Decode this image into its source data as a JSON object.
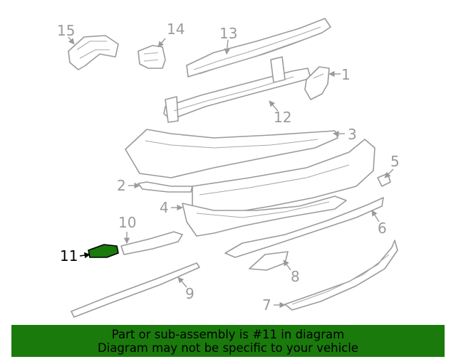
{
  "diagram": {
    "callouts": [
      {
        "id": "1",
        "label": "1"
      },
      {
        "id": "2",
        "label": "2"
      },
      {
        "id": "3",
        "label": "3"
      },
      {
        "id": "4",
        "label": "4"
      },
      {
        "id": "5",
        "label": "5"
      },
      {
        "id": "6",
        "label": "6"
      },
      {
        "id": "7",
        "label": "7"
      },
      {
        "id": "8",
        "label": "8"
      },
      {
        "id": "9",
        "label": "9"
      },
      {
        "id": "10",
        "label": "10"
      },
      {
        "id": "11",
        "label": "11"
      },
      {
        "id": "12",
        "label": "12"
      },
      {
        "id": "13",
        "label": "13"
      },
      {
        "id": "14",
        "label": "14"
      },
      {
        "id": "15",
        "label": "15"
      }
    ],
    "highlighted_part": "11",
    "highlight_color": "#1a7a0c",
    "line_color": "#9a9a9a"
  },
  "banner": {
    "line1": "Part or sub-assembly is #11 in diagram",
    "line2": "Diagram may not be specific to your vehicle",
    "background": "#1a7a0c"
  }
}
